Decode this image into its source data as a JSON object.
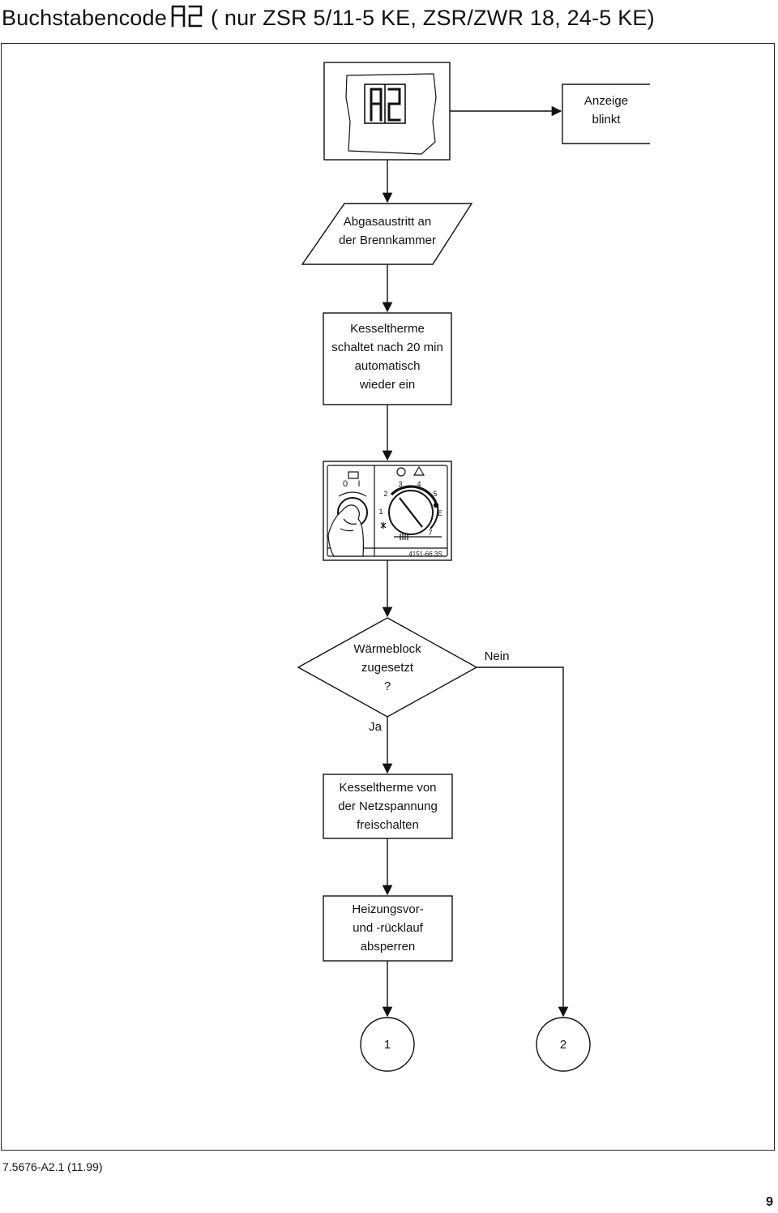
{
  "header": {
    "title_prefix": "Buchstabencode",
    "code": "A2",
    "title_suffix": "( nur ZSR 5/11-5 KE, ZSR/ZWR 18, 24-5 KE)"
  },
  "display_box": {
    "code": "A2"
  },
  "nodes": {
    "display_note": [
      "Anzeige",
      "blinkt"
    ],
    "flue_gas": [
      "Abgasaustritt an",
      "der Brennkammer"
    ],
    "restart": [
      "Kesseltherme",
      "schaltet nach 20 min",
      "automatisch",
      "wieder ein"
    ],
    "decision": [
      "Wärmeblock",
      "zugesetzt",
      "?"
    ],
    "disconnect": [
      "Kesseltherme von",
      "der Netzspannung",
      "freischalten"
    ],
    "shutoff": [
      "Heizungsvor-",
      "und -rücklauf",
      "absperren"
    ],
    "connector_1": "1",
    "connector_2": "2"
  },
  "branches": {
    "no": "Nein",
    "yes": "Ja"
  },
  "control_panel": {
    "switch_labels": [
      "0",
      "I"
    ],
    "dial_numbers": [
      "1",
      "2",
      "3",
      "4",
      "5",
      "E",
      "7"
    ],
    "figure_code": "4151-66.3S"
  },
  "footer": {
    "doc_ref": "7.5676-A2.1 (11.99)",
    "page_number": "9"
  }
}
